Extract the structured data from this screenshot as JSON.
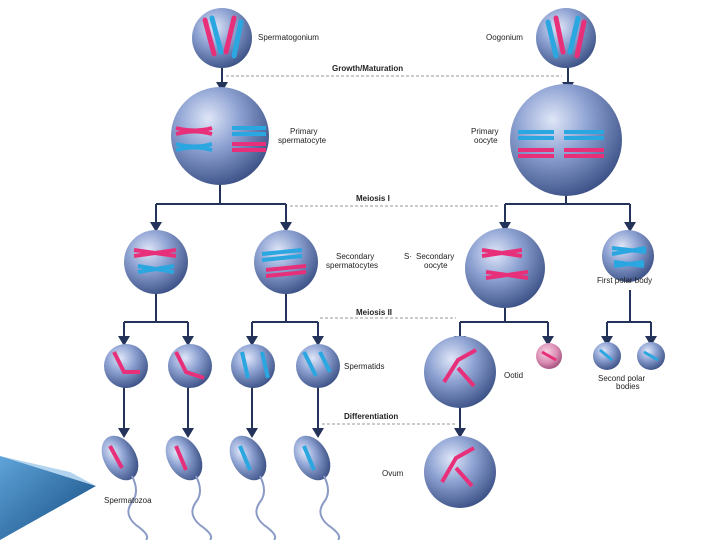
{
  "title": "",
  "labels": {
    "spermatogonium": "Spermatogonium",
    "oogonium": "Oogonium",
    "growth": "Growth/Maturation",
    "primary_spermatocyte_1": "Primary",
    "primary_spermatocyte_2": "spermatocyte",
    "primary_oocyte_1": "Primary",
    "primary_oocyte_2": "oocyte",
    "meiosis1": "Meiosis I",
    "secondary_spermatocytes_1": "Secondary",
    "secondary_spermatocytes_2": "spermatocytes",
    "secondary_oocyte_prefix": "S·",
    "secondary_oocyte_1": "Secondary",
    "secondary_oocyte_2": "oocyte",
    "first_polar_body": "First polar body",
    "meiosis2": "Meiosis II",
    "spermatids": "Spermatids",
    "ootid": "Ootid",
    "second_polar_1": "Second polar",
    "second_polar_2": "bodies",
    "differentiation": "Differentiation",
    "spermatozoa": "Spermatozoa",
    "ovum": "Ovum"
  },
  "colors": {
    "cell_fill": "#7f96c8",
    "cell_dark": "#4a5f96",
    "chrom_pink": "#e8307a",
    "chrom_blue": "#2aa6e0",
    "line": "#24335a",
    "dashed": "#999999",
    "corner_deco": "#1f5d9a"
  }
}
